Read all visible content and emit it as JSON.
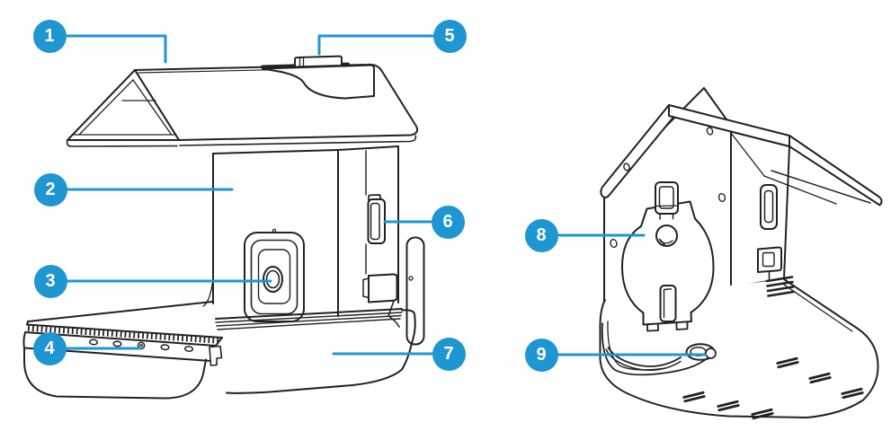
{
  "diagram": {
    "callouts": [
      {
        "number": "1"
      },
      {
        "number": "2"
      },
      {
        "number": "3"
      },
      {
        "number": "4"
      },
      {
        "number": "5"
      },
      {
        "number": "6"
      },
      {
        "number": "7"
      },
      {
        "number": "8"
      },
      {
        "number": "9"
      }
    ],
    "colors": {
      "accent_blue": "#1e96d2",
      "line_art": "#222222",
      "background": "#ffffff"
    }
  }
}
